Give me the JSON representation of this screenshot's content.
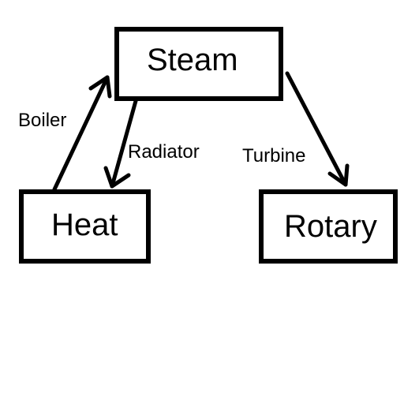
{
  "nodes": {
    "steam": {
      "label": "Steam"
    },
    "heat": {
      "label": "Heat"
    },
    "rotary": {
      "label": "Rotary"
    }
  },
  "edges": {
    "boiler": {
      "label": "Boiler",
      "from": "Heat",
      "to": "Steam"
    },
    "radiator": {
      "label": "Radiator",
      "from": "Steam",
      "to": "Heat"
    },
    "turbine": {
      "label": "Turbine",
      "from": "Steam",
      "to": "Rotary"
    }
  },
  "colors": {
    "stroke": "#000000",
    "background": "#ffffff"
  }
}
